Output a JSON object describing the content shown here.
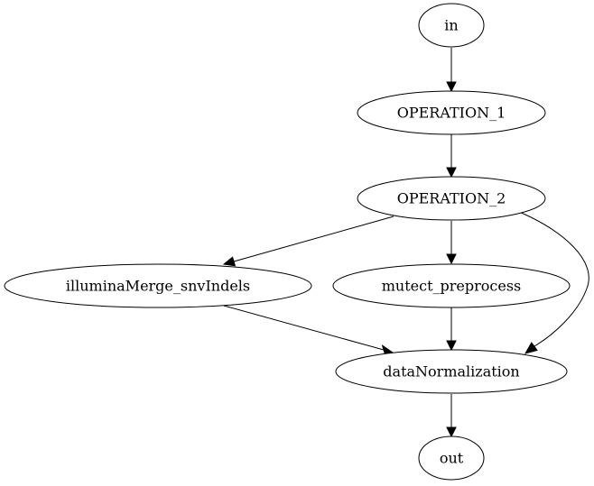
{
  "diagram": {
    "type": "directed-graph",
    "nodes": [
      {
        "id": "in",
        "label": "in",
        "shape": "ellipse"
      },
      {
        "id": "op1",
        "label": "OPERATION_1",
        "shape": "ellipse"
      },
      {
        "id": "op2",
        "label": "OPERATION_2",
        "shape": "ellipse"
      },
      {
        "id": "illumina",
        "label": "illuminaMerge_snvIndels",
        "shape": "ellipse"
      },
      {
        "id": "mutect",
        "label": "mutect_preprocess",
        "shape": "ellipse"
      },
      {
        "id": "norm",
        "label": "dataNormalization",
        "shape": "ellipse"
      },
      {
        "id": "out",
        "label": "out",
        "shape": "ellipse"
      }
    ],
    "edges": [
      {
        "from": "in",
        "to": "op1"
      },
      {
        "from": "op1",
        "to": "op2"
      },
      {
        "from": "op2",
        "to": "illumina"
      },
      {
        "from": "op2",
        "to": "mutect"
      },
      {
        "from": "op2",
        "to": "norm"
      },
      {
        "from": "illumina",
        "to": "norm"
      },
      {
        "from": "mutect",
        "to": "norm"
      },
      {
        "from": "norm",
        "to": "out"
      }
    ],
    "colors": {
      "stroke": "#000000",
      "fill": "#ffffff",
      "background": "#ffffff"
    }
  }
}
